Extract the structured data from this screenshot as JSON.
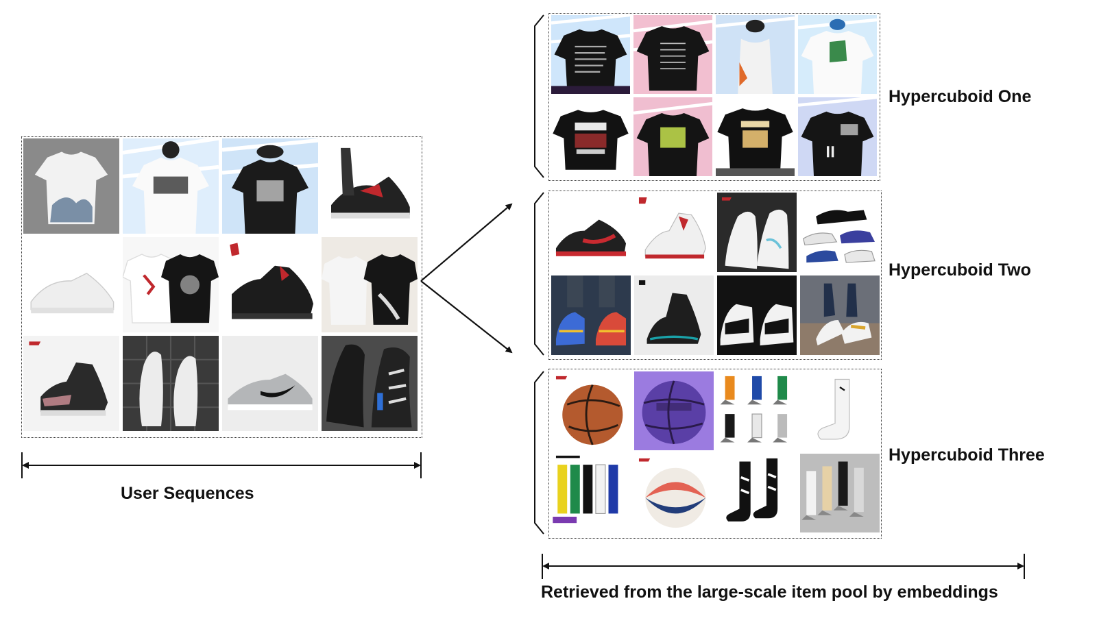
{
  "labels": {
    "user_sequences": "User Sequences",
    "hypercuboid_one": "Hypercuboid One",
    "hypercuboid_two": "Hypercuboid Two",
    "hypercuboid_three": "Hypercuboid Three",
    "retrieved": "Retrieved from the large-scale item pool by embeddings"
  },
  "user_sequence_items": [
    "white-graphic-tshirt",
    "cash-payment-tshirt",
    "pikachu-black-tshirt",
    "red-black-sneaker",
    "white-chunky-sneaker",
    "white-black-tshirt-pair",
    "black-red-high-sneaker",
    "white-black-tshirt-set",
    "black-pink-high-sneaker",
    "white-sneaker-pair",
    "grey-swoosh-sneaker",
    "black-white-running-sneaker"
  ],
  "hypercuboid_one_items": [
    "black-text-tshirt",
    "black-graphic-tshirt-back",
    "white-tank-top",
    "white-anime-tshirt",
    "national-black-tshirt",
    "silineo-black-tshirt",
    "teoman-black-tshirt",
    "daily-black-tshirt-07"
  ],
  "hypercuboid_two_items": [
    "black-red-basketball-shoe",
    "white-red-high-shoe",
    "white-high-top-shoe",
    "multiple-basketball-shoes",
    "colorful-sole-shoes",
    "black-teal-high-shoe",
    "black-white-retro-shoe",
    "white-gold-shoe"
  ],
  "hypercuboid_three_items": [
    "brown-basketball",
    "purple-basketball",
    "colorful-socks-set",
    "white-crew-sock",
    "elite-socks-set",
    "all-star-basketball",
    "black-white-socks",
    "grey-socks-set"
  ],
  "colors": {
    "text": "#111111",
    "border": "#333333"
  }
}
